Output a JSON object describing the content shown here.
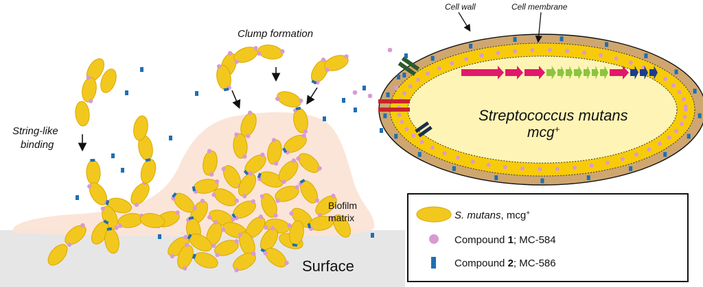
{
  "labels": {
    "string_binding_line1": "String-like",
    "string_binding_line2": "binding",
    "clump_formation": "Clump formation",
    "biofilm_line1": "Biofilm",
    "biofilm_line2": "matrix",
    "surface": "Surface",
    "cell_wall": "Cell wall",
    "cell_membrane": "Cell membrane",
    "species_line1": "Streptococcus mutans",
    "species_line2": "mcg",
    "species_superscript": "+"
  },
  "legend": {
    "items": [
      {
        "icon": "bacterium-icon",
        "italic_text": "S. mutans",
        "text": ", mcg",
        "superscript": "+"
      },
      {
        "icon": "compound-1-dot-icon",
        "text": "Compound ",
        "bold_text": "1",
        "suffix": "; MC-584"
      },
      {
        "icon": "compound-2-bar-icon",
        "text": "Compound ",
        "bold_text": "2",
        "suffix": "; MC-586"
      }
    ]
  },
  "colors": {
    "bacterium_fill": "#f2c81f",
    "bacterium_stroke": "#d9a800",
    "compound_1": "#d99ad2",
    "compound_2": "#1e6fb3",
    "biofilm_matrix": "#fbe4d6",
    "surface": "#e6e6e6",
    "cell_wall": "#cfa66f",
    "cell_membrane": "#f7cb0a",
    "cytoplasm": "#fdf4b5",
    "gene_magenta": "#e0196b",
    "gene_green": "#8cc43f",
    "gene_navy": "#1f3d8a",
    "channel_green": "#2e5a2b",
    "channel_red": "#c7242b",
    "channel_navy": "#1c2f4d"
  }
}
